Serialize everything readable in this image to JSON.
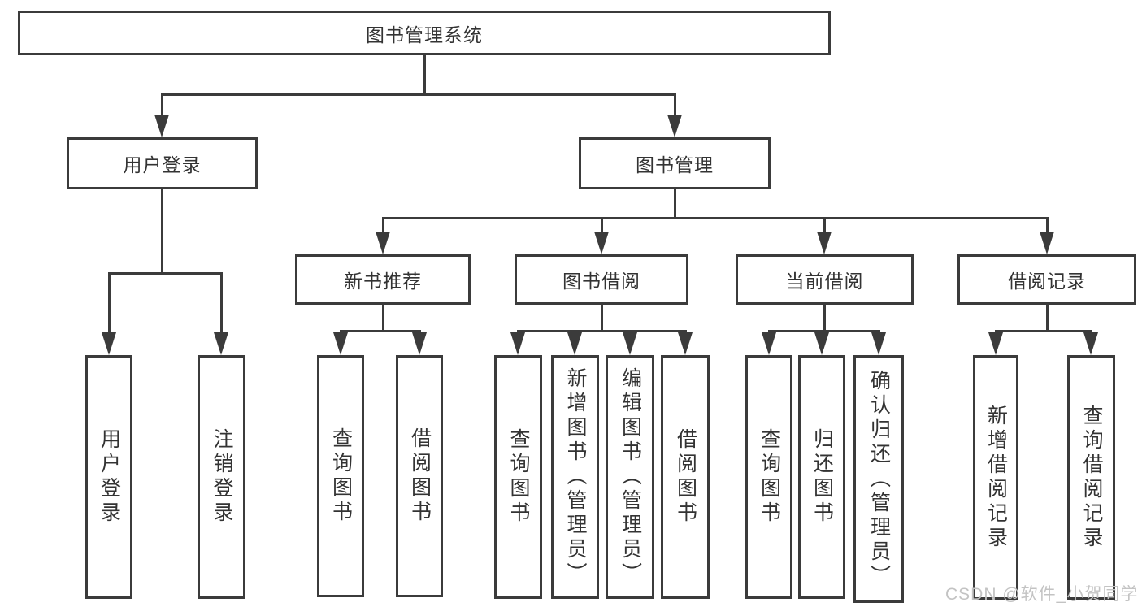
{
  "title": "图书管理系统",
  "colors": {
    "line": "#3b3b3b",
    "border": "#3b3b3b",
    "text": "#333333",
    "background": "#ffffff",
    "watermark": "#c3c3c3"
  },
  "watermark": {
    "text": "CSDN @软件_小贺同学"
  },
  "tree": {
    "root": {
      "label": "图书管理系统",
      "children": [
        {
          "label": "用户登录",
          "children": [
            {
              "label": "用户登录"
            },
            {
              "label": "注销登录"
            }
          ]
        },
        {
          "label": "图书管理",
          "children": [
            {
              "label": "新书推荐",
              "children": [
                {
                  "label": "查询图书"
                },
                {
                  "label": "借阅图书"
                }
              ]
            },
            {
              "label": "图书借阅",
              "children": [
                {
                  "label": "查询图书"
                },
                {
                  "label": "新增图书（管理员）"
                },
                {
                  "label": "编辑图书（管理员）"
                },
                {
                  "label": "借阅图书"
                }
              ]
            },
            {
              "label": "当前借阅",
              "children": [
                {
                  "label": "查询图书"
                },
                {
                  "label": "归还图书"
                },
                {
                  "label": "确认归还（管理员）"
                }
              ]
            },
            {
              "label": "借阅记录",
              "children": [
                {
                  "label": "新增借阅记录"
                },
                {
                  "label": "查询借阅记录"
                }
              ]
            }
          ]
        }
      ]
    }
  }
}
